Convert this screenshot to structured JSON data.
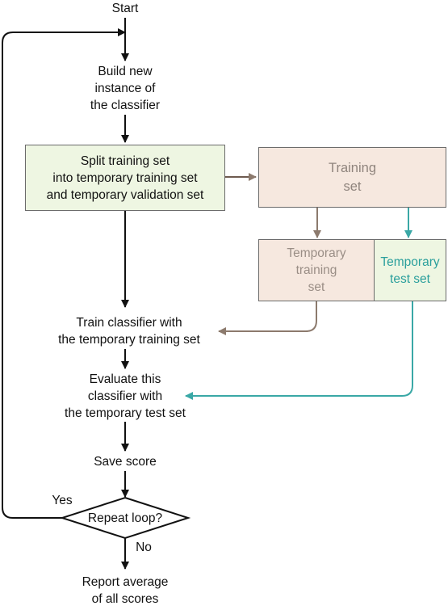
{
  "colors": {
    "black": "#111111",
    "brown": "#8c7a6d",
    "teal": "#3aa8a6",
    "green_fill": "#eef6e2",
    "peach_fill": "#f6e8df",
    "peach_text": "#9a8e86",
    "teal_text": "#2a9f9c"
  },
  "nodes": {
    "start": "Start",
    "build": [
      "Build new",
      "instance of",
      "the classifier"
    ],
    "split": [
      "Split training set",
      "into temporary training set",
      "and temporary validation set"
    ],
    "training_set": [
      "Training",
      "set"
    ],
    "temp_training": [
      "Temporary",
      "training",
      "set"
    ],
    "temp_test": [
      "Temporary",
      "test set"
    ],
    "train": [
      "Train classifier with",
      "the temporary training set"
    ],
    "evaluate": [
      "Evaluate this",
      "classifier with",
      "the temporary test set"
    ],
    "save": "Save score",
    "repeat": "Repeat loop?",
    "yes": "Yes",
    "no": "No",
    "report": [
      "Report average",
      "of all scores"
    ]
  }
}
